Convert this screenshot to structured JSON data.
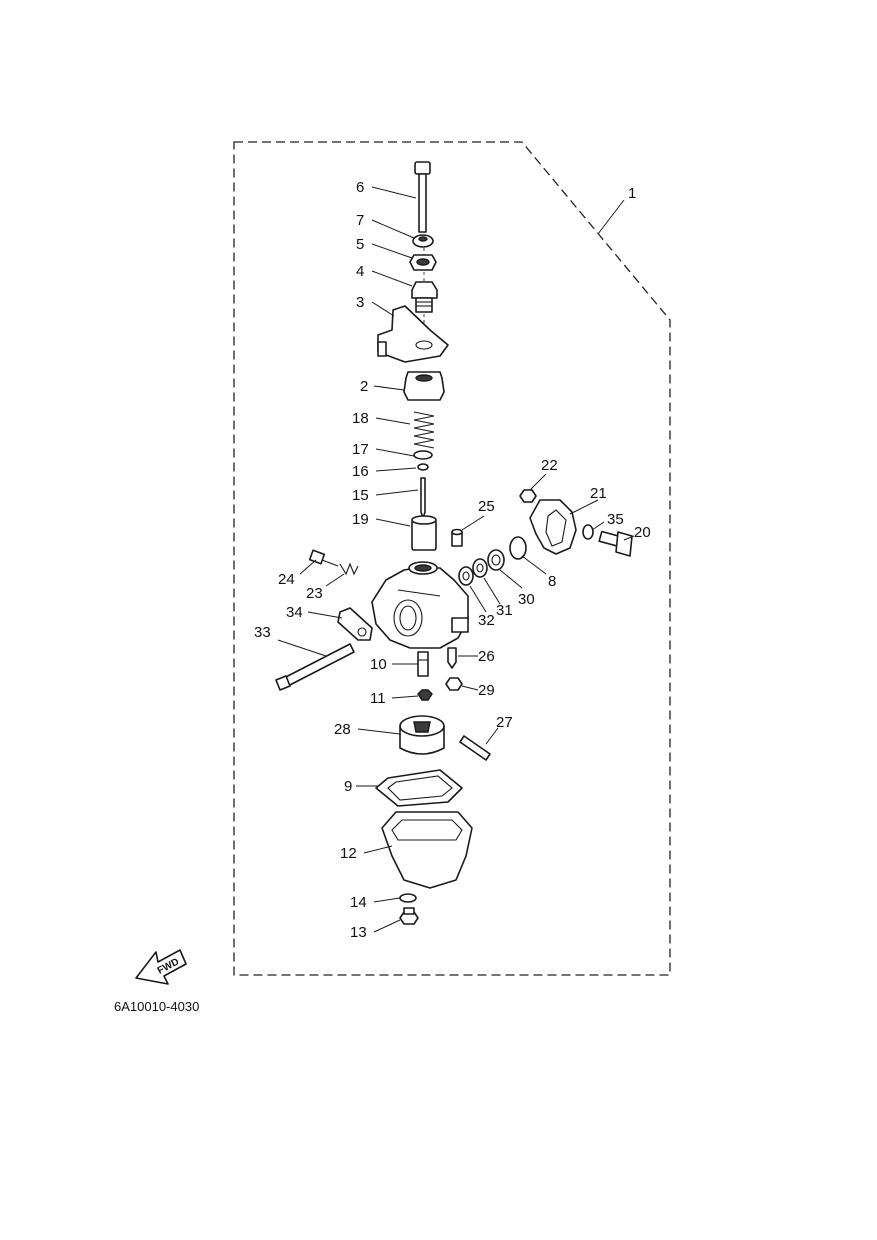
{
  "diagram_code": "6A10010-4030",
  "fwd_label": "FWD",
  "fwd_icon": "fwd-arrow-icon",
  "callouts": [
    {
      "id": "1",
      "label": "1"
    },
    {
      "id": "2",
      "label": "2"
    },
    {
      "id": "3",
      "label": "3"
    },
    {
      "id": "4",
      "label": "4"
    },
    {
      "id": "5",
      "label": "5"
    },
    {
      "id": "6",
      "label": "6"
    },
    {
      "id": "7",
      "label": "7"
    },
    {
      "id": "8",
      "label": "8"
    },
    {
      "id": "9",
      "label": "9"
    },
    {
      "id": "10",
      "label": "10"
    },
    {
      "id": "11",
      "label": "11"
    },
    {
      "id": "12",
      "label": "12"
    },
    {
      "id": "13",
      "label": "13"
    },
    {
      "id": "14",
      "label": "14"
    },
    {
      "id": "15",
      "label": "15"
    },
    {
      "id": "16",
      "label": "16"
    },
    {
      "id": "17",
      "label": "17"
    },
    {
      "id": "18",
      "label": "18"
    },
    {
      "id": "19",
      "label": "19"
    },
    {
      "id": "20",
      "label": "20"
    },
    {
      "id": "21",
      "label": "21"
    },
    {
      "id": "22",
      "label": "22"
    },
    {
      "id": "23",
      "label": "23"
    },
    {
      "id": "24",
      "label": "24"
    },
    {
      "id": "25",
      "label": "25"
    },
    {
      "id": "26",
      "label": "26"
    },
    {
      "id": "27",
      "label": "27"
    },
    {
      "id": "28",
      "label": "28"
    },
    {
      "id": "29",
      "label": "29"
    },
    {
      "id": "30",
      "label": "30"
    },
    {
      "id": "31",
      "label": "31"
    },
    {
      "id": "32",
      "label": "32"
    },
    {
      "id": "33",
      "label": "33"
    },
    {
      "id": "34",
      "label": "34"
    },
    {
      "id": "35",
      "label": "35"
    }
  ]
}
